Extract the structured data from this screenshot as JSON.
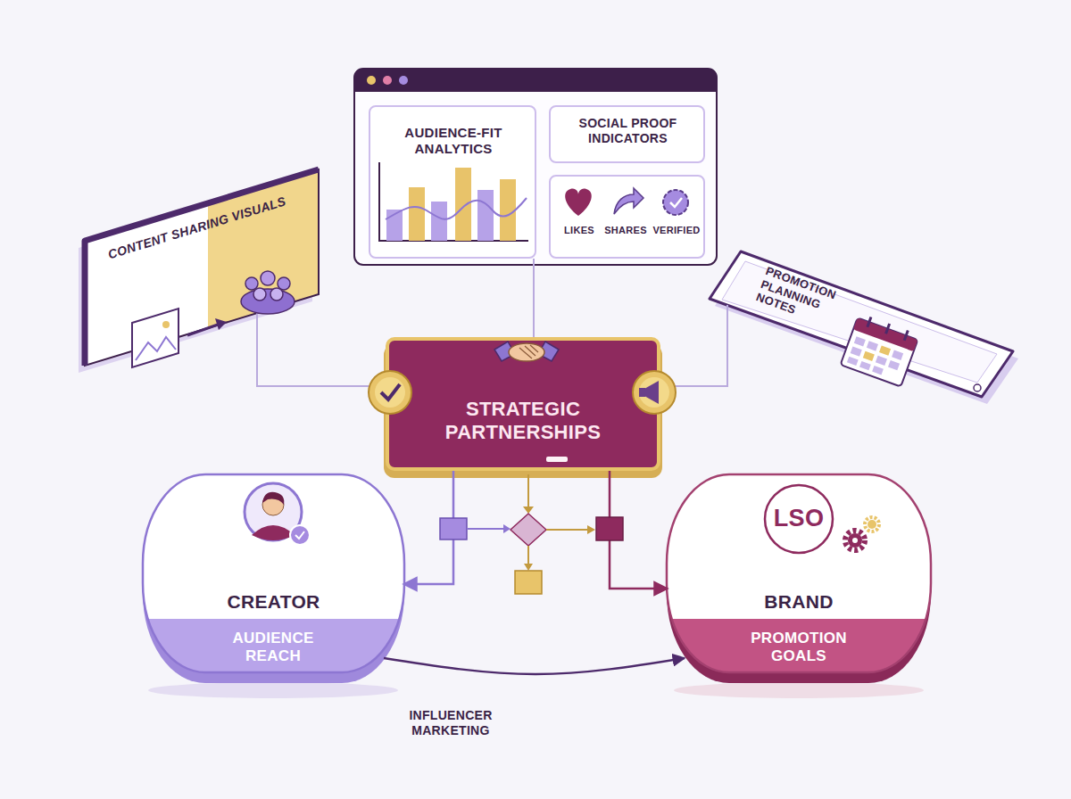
{
  "diagram": {
    "nodes": [
      {
        "text": [
          "AUDIENCE-FIT ANALYTICS"
        ]
      },
      {
        "text": [
          "SOCIAL PROOF INDICATORS"
        ]
      },
      {
        "text": [
          "LIKES",
          "SHARES",
          "VERIFIED"
        ]
      },
      {
        "text": [
          "CONTENT SHARING VISUALS"
        ]
      },
      {
        "text": [
          "PROMOTION PLANNING NOTES"
        ]
      },
      {
        "text": [
          "STRATEGIC PARTNERSHIPS"
        ]
      },
      {
        "text": [
          "CREATOR",
          "AUDIENCE REACH"
        ]
      },
      {
        "text": [
          "BRAND",
          "PROMOTION GOALS"
        ]
      }
    ],
    "edges": [
      {
        "from": 0,
        "to": 5,
        "arrow": "none"
      },
      {
        "from": 3,
        "to": 5,
        "arrow": "none"
      },
      {
        "from": 5,
        "to": 4,
        "arrow": "none"
      },
      {
        "from": 5,
        "to": 6,
        "arrow": "to"
      },
      {
        "from": 5,
        "to": 7,
        "arrow": "to"
      },
      {
        "from": 6,
        "to": 7,
        "label": "INFLUENCER MARKETING",
        "arrow": "to"
      }
    ],
    "labels": [
      "LSO"
    ]
  }
}
